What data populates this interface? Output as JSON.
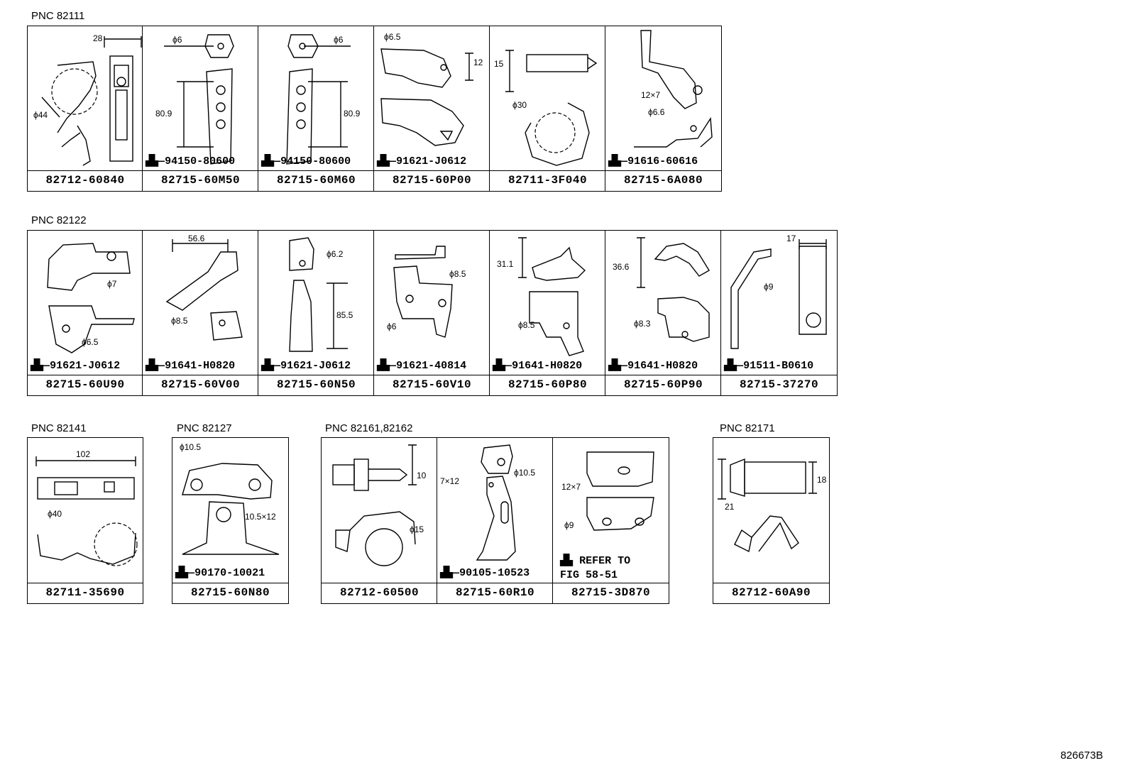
{
  "figure_number": "826673B",
  "groups": [
    {
      "pnc": "PNC 82111",
      "cells": [
        {
          "part": "82712-60840",
          "dims": [
            "28",
            "ϕ44"
          ],
          "bolt": ""
        },
        {
          "part": "82715-60M50",
          "dims": [
            "ϕ6",
            "80.9"
          ],
          "bolt": "94150-80600"
        },
        {
          "part": "82715-60M60",
          "dims": [
            "ϕ6",
            "80.9"
          ],
          "bolt": "94150-80600"
        },
        {
          "part": "82715-60P00",
          "dims": [
            "ϕ6.5",
            "12"
          ],
          "bolt": "91621-J0612"
        },
        {
          "part": "82711-3F040",
          "dims": [
            "15",
            "ϕ30"
          ],
          "bolt": ""
        },
        {
          "part": "82715-6A080",
          "dims": [
            "12×7",
            "ϕ6.6"
          ],
          "bolt": "91616-60616"
        }
      ]
    },
    {
      "pnc": "PNC 82122",
      "cells": [
        {
          "part": "82715-60U90",
          "dims": [
            "ϕ7",
            "ϕ6.5"
          ],
          "bolt": "91621-J0612"
        },
        {
          "part": "82715-60V00",
          "dims": [
            "56.6",
            "ϕ8.5"
          ],
          "bolt": "91641-H0820"
        },
        {
          "part": "82715-60N50",
          "dims": [
            "ϕ6.2",
            "85.5"
          ],
          "bolt": "91621-J0612"
        },
        {
          "part": "82715-60V10",
          "dims": [
            "ϕ8.5",
            "ϕ6"
          ],
          "bolt": "91621-40814"
        },
        {
          "part": "82715-60P80",
          "dims": [
            "31.1",
            "ϕ8.5"
          ],
          "bolt": "91641-H0820"
        },
        {
          "part": "82715-60P90",
          "dims": [
            "36.6",
            "ϕ8.3"
          ],
          "bolt": "91641-H0820"
        },
        {
          "part": "82715-37270",
          "dims": [
            "17",
            "ϕ9"
          ],
          "bolt": "91511-B0610"
        }
      ]
    },
    {
      "pnc": "PNC 82141",
      "cells": [
        {
          "part": "82711-35690",
          "dims": [
            "102",
            "ϕ40"
          ],
          "bolt": ""
        }
      ]
    },
    {
      "pnc": "PNC 82127",
      "cells": [
        {
          "part": "82715-60N80",
          "dims": [
            "ϕ10.5",
            "10.5×12"
          ],
          "bolt": "90170-10021"
        }
      ]
    },
    {
      "pnc": "PNC 82161,82162",
      "cells": [
        {
          "part": "82712-60500",
          "dims": [
            "10",
            "ϕ15"
          ],
          "bolt": ""
        },
        {
          "part": "82715-60R10",
          "dims": [
            "7×12",
            "ϕ10.5"
          ],
          "bolt": "90105-10523"
        },
        {
          "part": "82715-3D870",
          "dims": [
            "12×7",
            "ϕ9"
          ],
          "bolt": "",
          "refer": "REFER TO\nFIG 58-51"
        }
      ]
    },
    {
      "pnc": "PNC 82171",
      "cells": [
        {
          "part": "82712-60A90",
          "dims": [
            "18",
            "21"
          ],
          "bolt": ""
        }
      ]
    }
  ]
}
